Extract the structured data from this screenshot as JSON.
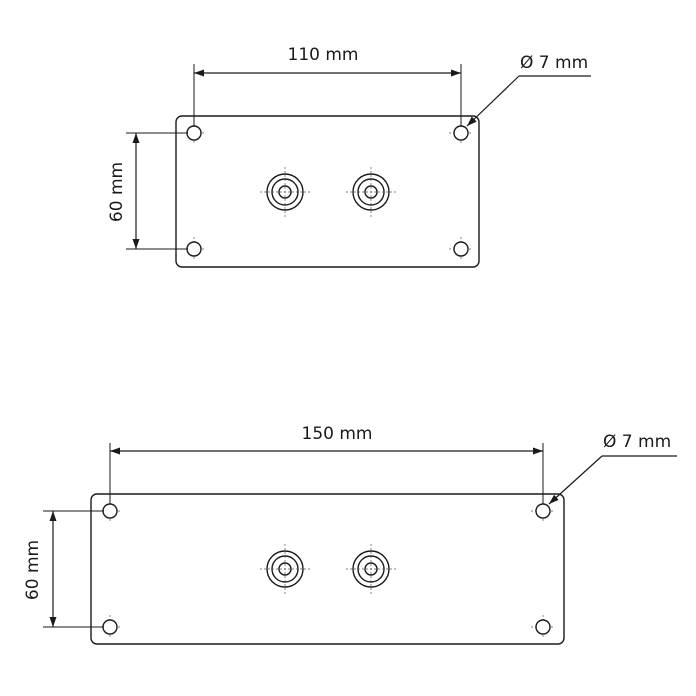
{
  "plates": [
    {
      "width_label": "110 mm",
      "height_label": "60 mm",
      "hole_label": "Ø 7 mm"
    },
    {
      "width_label": "150 mm",
      "height_label": "60 mm",
      "hole_label": "Ø 7 mm"
    }
  ]
}
